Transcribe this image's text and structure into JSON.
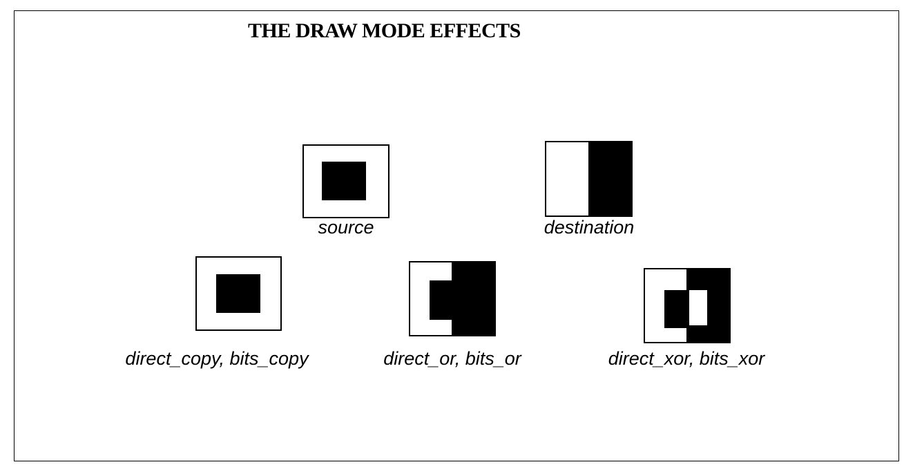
{
  "title": "THE DRAW MODE EFFECTS",
  "panels": {
    "source": {
      "label": "source"
    },
    "destination": {
      "label": "destination"
    },
    "copy": {
      "label": "direct_copy, bits_copy"
    },
    "or": {
      "label": "direct_or, bits_or"
    },
    "xor": {
      "label": "direct_xor, bits_xor"
    }
  },
  "colors": {
    "ink": "#000000",
    "paper": "#ffffff"
  }
}
